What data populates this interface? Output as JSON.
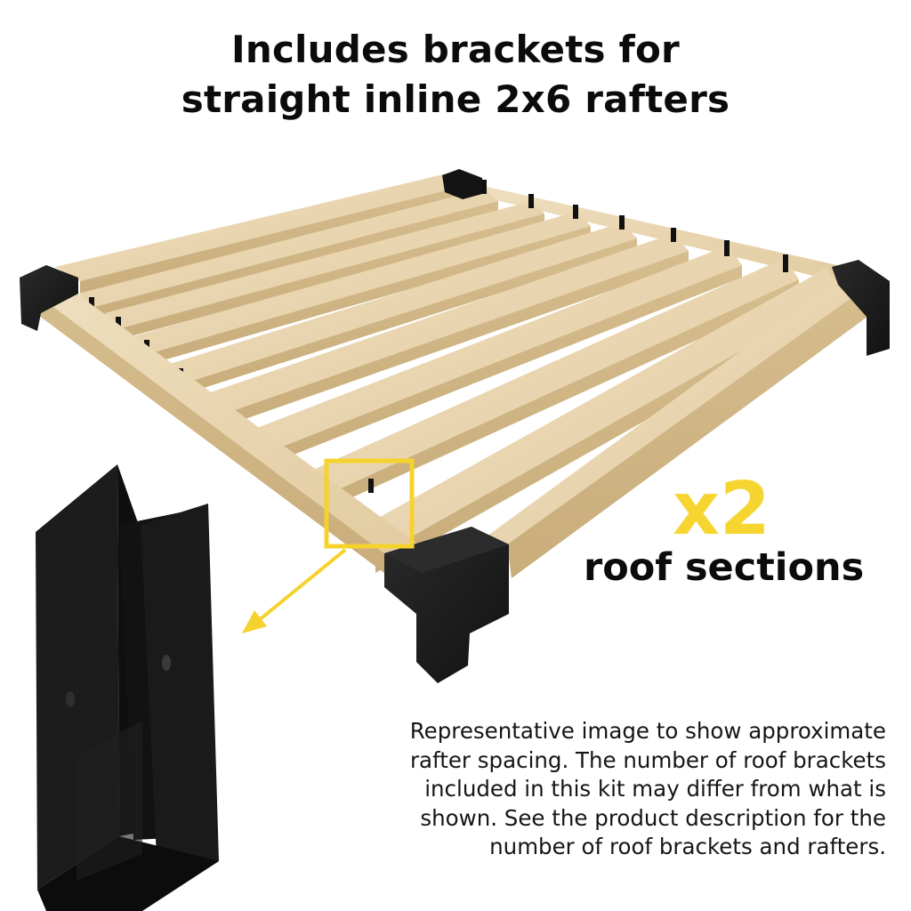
{
  "headline": {
    "line1": "Includes brackets for",
    "line2": "straight inline 2x6 rafters"
  },
  "callout": {
    "multiplier": "x2",
    "label": "roof sections"
  },
  "disclaimer": {
    "line1": "Representative image to show approximate",
    "line2": "rafter spacing. The number of roof brackets",
    "line3": "included in this kit may differ from what is",
    "line4": "shown. See the product description for the",
    "line5": "number of roof brackets and rafters."
  },
  "colors": {
    "accent": "#f7d531",
    "bracket": "#1a1a1a",
    "wood": "#e7d3ae"
  },
  "icons": [
    "roof-bracket",
    "highlight-box",
    "pointer-arrow"
  ]
}
